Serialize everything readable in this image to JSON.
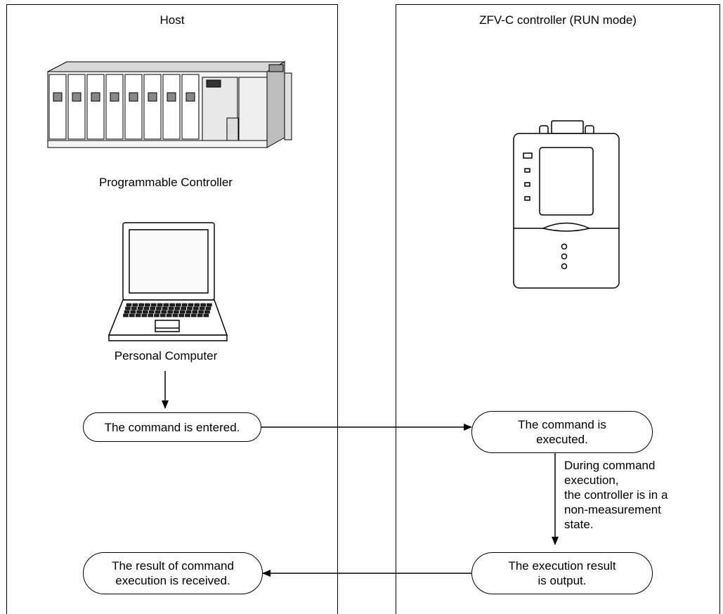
{
  "lanes": {
    "host": {
      "title": "Host"
    },
    "controller": {
      "title": "ZFV-C controller (RUN mode)"
    }
  },
  "devices": {
    "plc_label": "Programmable Controller",
    "pc_label": "Personal Computer"
  },
  "flow": {
    "command_entered": "The command is entered.",
    "command_executed": "The command is\nexecuted.",
    "note": "During command\nexecution,\nthe controller is in a\nnon-measurement\nstate.",
    "result_output": "The execution result\nis output.",
    "result_received": "The result of command\nexecution is received."
  }
}
